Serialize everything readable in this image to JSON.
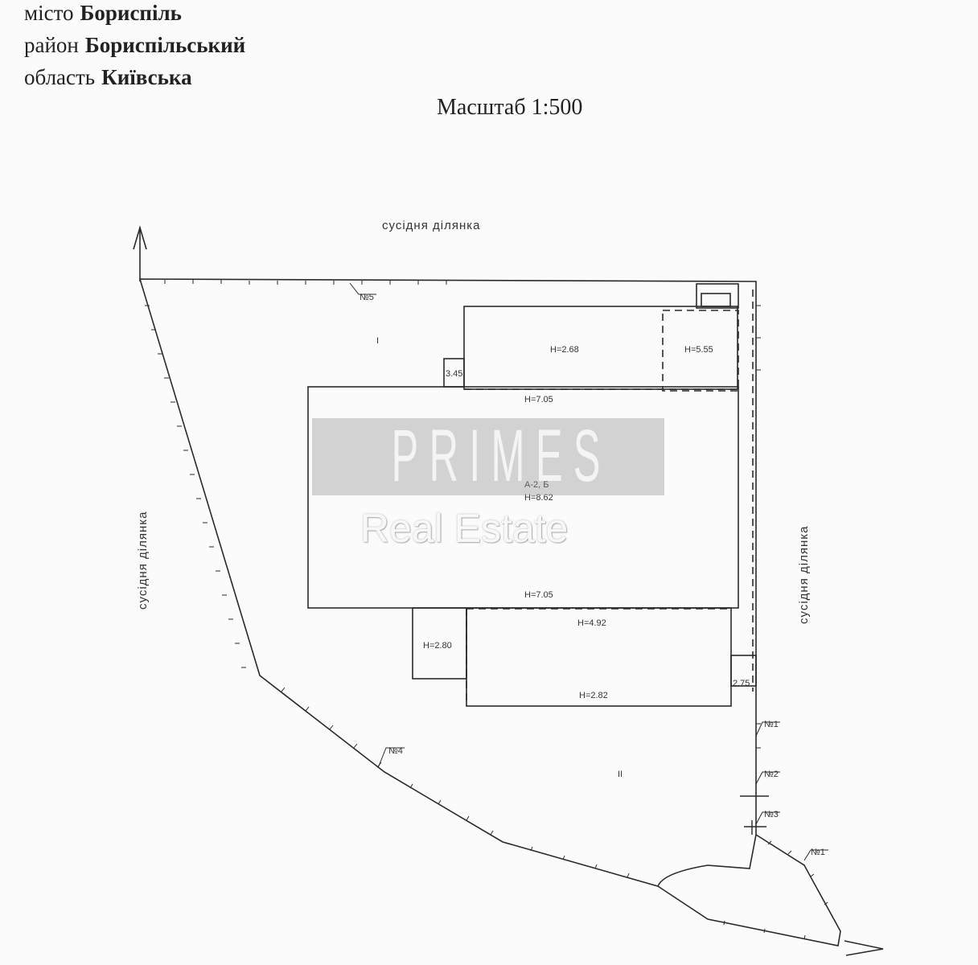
{
  "header": {
    "city_label": "місто",
    "city_value": "Бориспіль",
    "district_label": "район",
    "district_value": "Бориспільський",
    "region_label": "область",
    "region_value": "Київська",
    "scale": "Масштаб 1:500"
  },
  "plan": {
    "neighbor_top": "сусідня ділянка",
    "neighbor_left": "сусідня ділянка",
    "neighbor_right": "сусідня ділянка",
    "parcel_1": "I",
    "parcel_2": "II",
    "heights": {
      "h_268": "Н=2.68",
      "h_555": "Н=5.55",
      "h_345": "3.45",
      "h_705_top": "Н=7.05",
      "h_building_code": "А-2, Б",
      "h_862": "Н=8.62",
      "h_705_bottom": "Н=7.05",
      "h_492": "Н=4.92",
      "h_280": "Н=2.80",
      "h_275": "2.75",
      "h_282": "Н=2.82"
    },
    "fences": {
      "n5": "№5",
      "n4": "№4",
      "n1_top": "№1",
      "n2": "№2",
      "n3": "№3",
      "n1_bottom": "№1"
    }
  },
  "watermark": {
    "brand": "PRIMES",
    "sub": "Real Estate"
  }
}
